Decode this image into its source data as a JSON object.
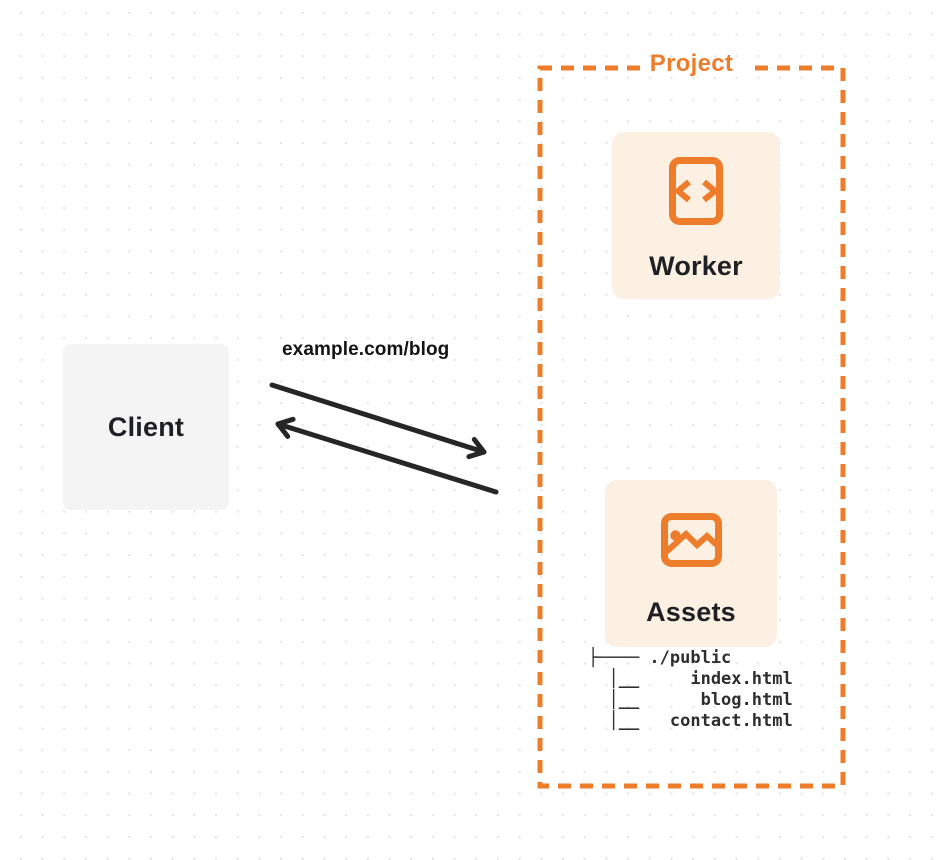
{
  "diagram": {
    "client": {
      "label": "Client"
    },
    "request": {
      "url_label": "example.com/blog"
    },
    "project": {
      "label": "Project",
      "worker": {
        "label": "Worker",
        "icon": "code-file-icon"
      },
      "assets": {
        "label": "Assets",
        "icon": "image-icon",
        "file_tree": [
          "├──── ./public",
          "  │__     index.html",
          "  │__      blog.html",
          "  │__   contact.html"
        ]
      }
    },
    "colors": {
      "orange": "#ee7d2b",
      "card_background": "#fbf0e2",
      "client_background": "#f4f4f5",
      "arrow": "#262626",
      "text_dark": "#1f2023",
      "grid_dot": "#e3e3e5"
    }
  }
}
